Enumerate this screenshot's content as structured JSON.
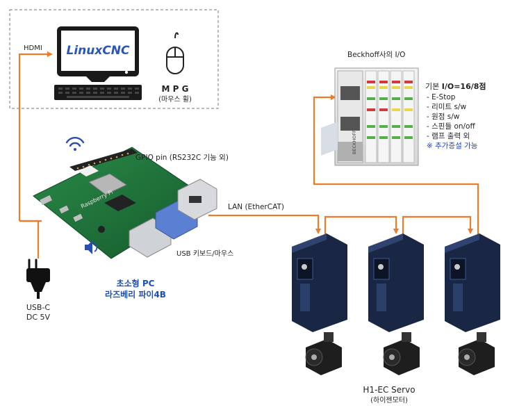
{
  "labels": {
    "hdmi": "HDMI",
    "monitor_brand": "LinuxCNC",
    "mpg_title": "M P G",
    "mpg_sub": "(마우스 휠)",
    "beckhoff_title": "Beckhoff사의 I/O",
    "beckhoff_module_brand": "BECKHOFF",
    "gpio": "GPIO  pin (RS232C 기능 외)",
    "lan": "LAN (EtherCAT)",
    "usb_kb": "USB 키보드/마우스",
    "pc_line1": "초소형 PC",
    "pc_line2": "라즈베리 파이4B",
    "power_line1": "USB-C",
    "power_line2": "DC 5V",
    "servo_title": "H1-EC Servo",
    "servo_sub": "(하이젠모터)"
  },
  "io_list": {
    "heading_prefix": "기본 ",
    "heading_bold": "I/O=16/8점",
    "items": [
      "- E-Stop",
      "- 리미트 s/w",
      "- 원점 s/w",
      "- 스핀들 on/off",
      "- 램프 출력 외"
    ],
    "note": "※ 추가증설 가능"
  },
  "colors": {
    "connector_line": "#ee7a2a",
    "monitor_brand": "#2a56b4",
    "pc_label": "#1a4fb3",
    "io_note": "#1a3fbf",
    "board": "#1e6e3a"
  },
  "icons": {
    "monitor": "monitor-icon",
    "mouse": "mouse-icon",
    "wifi": "wifi-icon",
    "speaker": "speaker-icon",
    "plug": "plug-icon"
  }
}
